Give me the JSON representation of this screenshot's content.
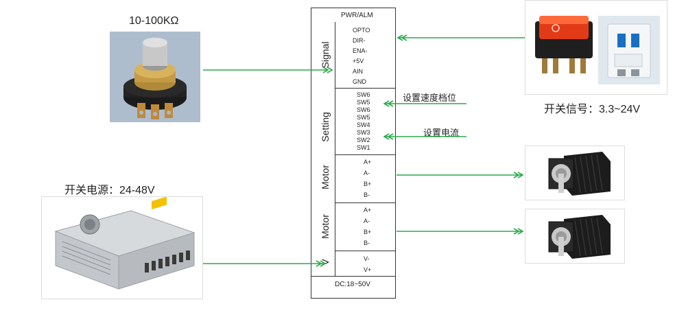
{
  "captions": {
    "potentiometer": "10-100KΩ",
    "power_supply": "开关电源：24-48V",
    "switch_signal": "开关信号：3.3~24V"
  },
  "driver": {
    "top_label": "PWR/ALM",
    "bottom_label": "DC:18~50V",
    "signal_group": {
      "title": "Signal",
      "pins": [
        "OPTO",
        "DIR-",
        "ENA-",
        "+5V",
        "AIN",
        "GND"
      ]
    },
    "setting_group": {
      "title": "Setting",
      "pins": [
        "SW6",
        "SW5",
        "SW6",
        "SW5",
        "SW4",
        "SW3",
        "SW2",
        "SW1"
      ]
    },
    "motor1_group": {
      "title": "Motor",
      "pins": [
        "A+",
        "A-",
        "B+",
        "B-"
      ]
    },
    "motor2_group": {
      "title": "Motor",
      "pins": [
        "A+",
        "A-",
        "B+",
        "B-"
      ]
    },
    "power_group": {
      "title": "V",
      "pins": [
        "V-",
        "V+"
      ]
    }
  },
  "annotations": {
    "speed_gear": "设置速度档位",
    "set_current": "设置电流"
  },
  "colors": {
    "arrow": "#2aa84a",
    "border": "#333333"
  }
}
